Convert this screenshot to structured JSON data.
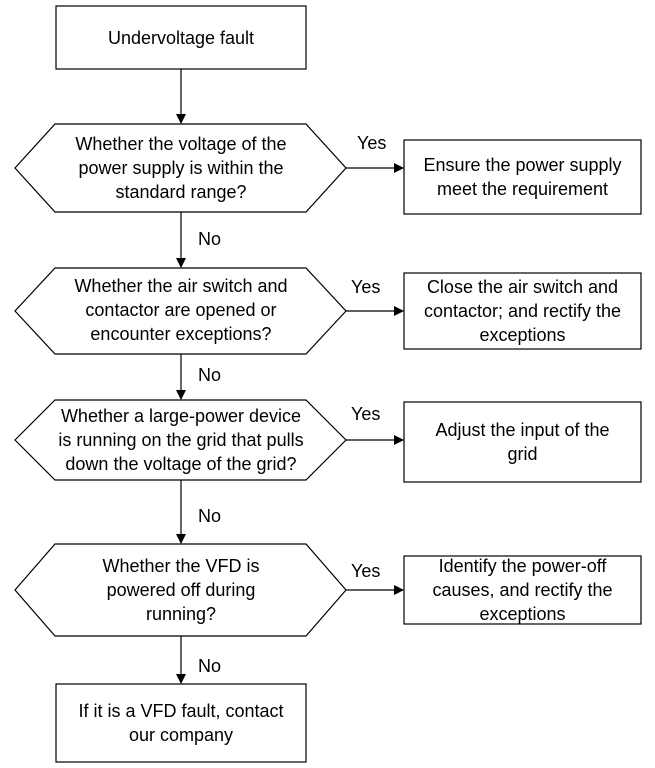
{
  "diagram": {
    "start": "Undervoltage fault",
    "decisions": [
      "Whether the voltage of the\npower supply is within the\nstandard range?",
      "Whether the air switch and\ncontactor are opened or\nencounter exceptions?",
      "Whether a large-power device\nis running on the grid that pulls\ndown the voltage of the grid?",
      "Whether the VFD is\npowered off during\nrunning?"
    ],
    "actions": [
      "Ensure the power supply\nmeet the requirement",
      "Close the air switch and\ncontactor; and rectify the\nexceptions",
      "Adjust the input of the\ngrid",
      "Identify the power-off\ncauses, and rectify the\nexceptions"
    ],
    "end": "If it is a VFD fault, contact\nour company",
    "yes_label": "Yes",
    "no_label": "No"
  },
  "colors": {
    "stroke": "#000000",
    "fill": "#ffffff",
    "text": "#000000"
  }
}
